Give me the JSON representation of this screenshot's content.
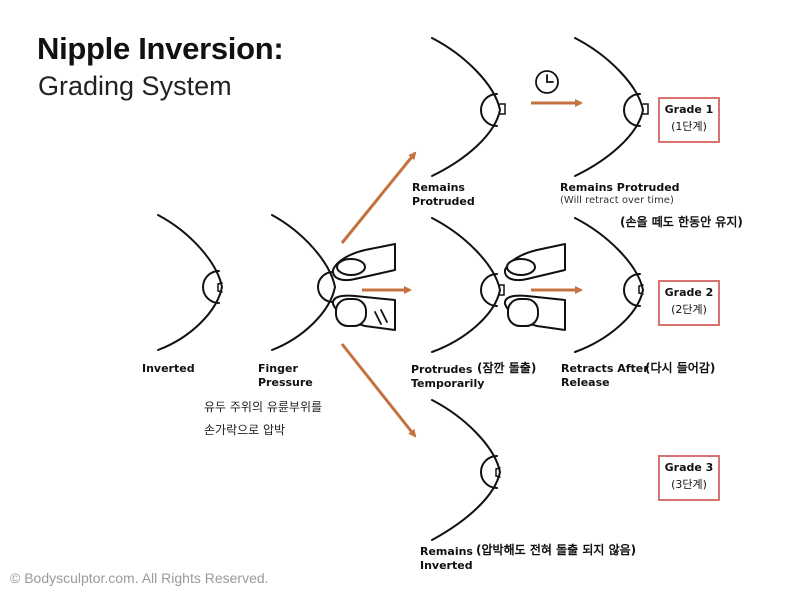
{
  "title": "Nipple Inversion:",
  "subtitle": "Grading System",
  "copyright": "© Bodysculptor.com. All Rights Reserved.",
  "colors": {
    "arrow": "#c47240",
    "grade_border": "#d9736f",
    "line": "#111111"
  },
  "stages": {
    "inverted": "Inverted",
    "finger_pressure": "Finger\nPressure",
    "finger_pressure_kr": "유두 주위의 유륜부위를\n손가락으로 압박"
  },
  "outcomes": {
    "remains_protruded": "Remains\nProtruded",
    "protrudes_temporarily": "Protrudes\nTemporarily",
    "protrudes_temporarily_kr": "(잠깐 돌출)",
    "remains_inverted": "Remains\nInverted",
    "remains_inverted_kr": "(압박해도 전혀 돌출 되지 않음)"
  },
  "results": {
    "remains_protruded": "Remains Protruded",
    "retract_note": "(Will retract over time)",
    "remains_protruded_kr": "(손을 떼도 한동안 유지)",
    "retracts_after_release": "Retracts After\nRelease",
    "retracts_kr": "(다시 들어감)"
  },
  "grades": [
    {
      "label": "Grade 1",
      "kr": "(1단계)"
    },
    {
      "label": "Grade 2",
      "kr": "(2단계)"
    },
    {
      "label": "Grade 3",
      "kr": "(3단계)"
    }
  ],
  "icons": {
    "time": "clock-icon"
  }
}
